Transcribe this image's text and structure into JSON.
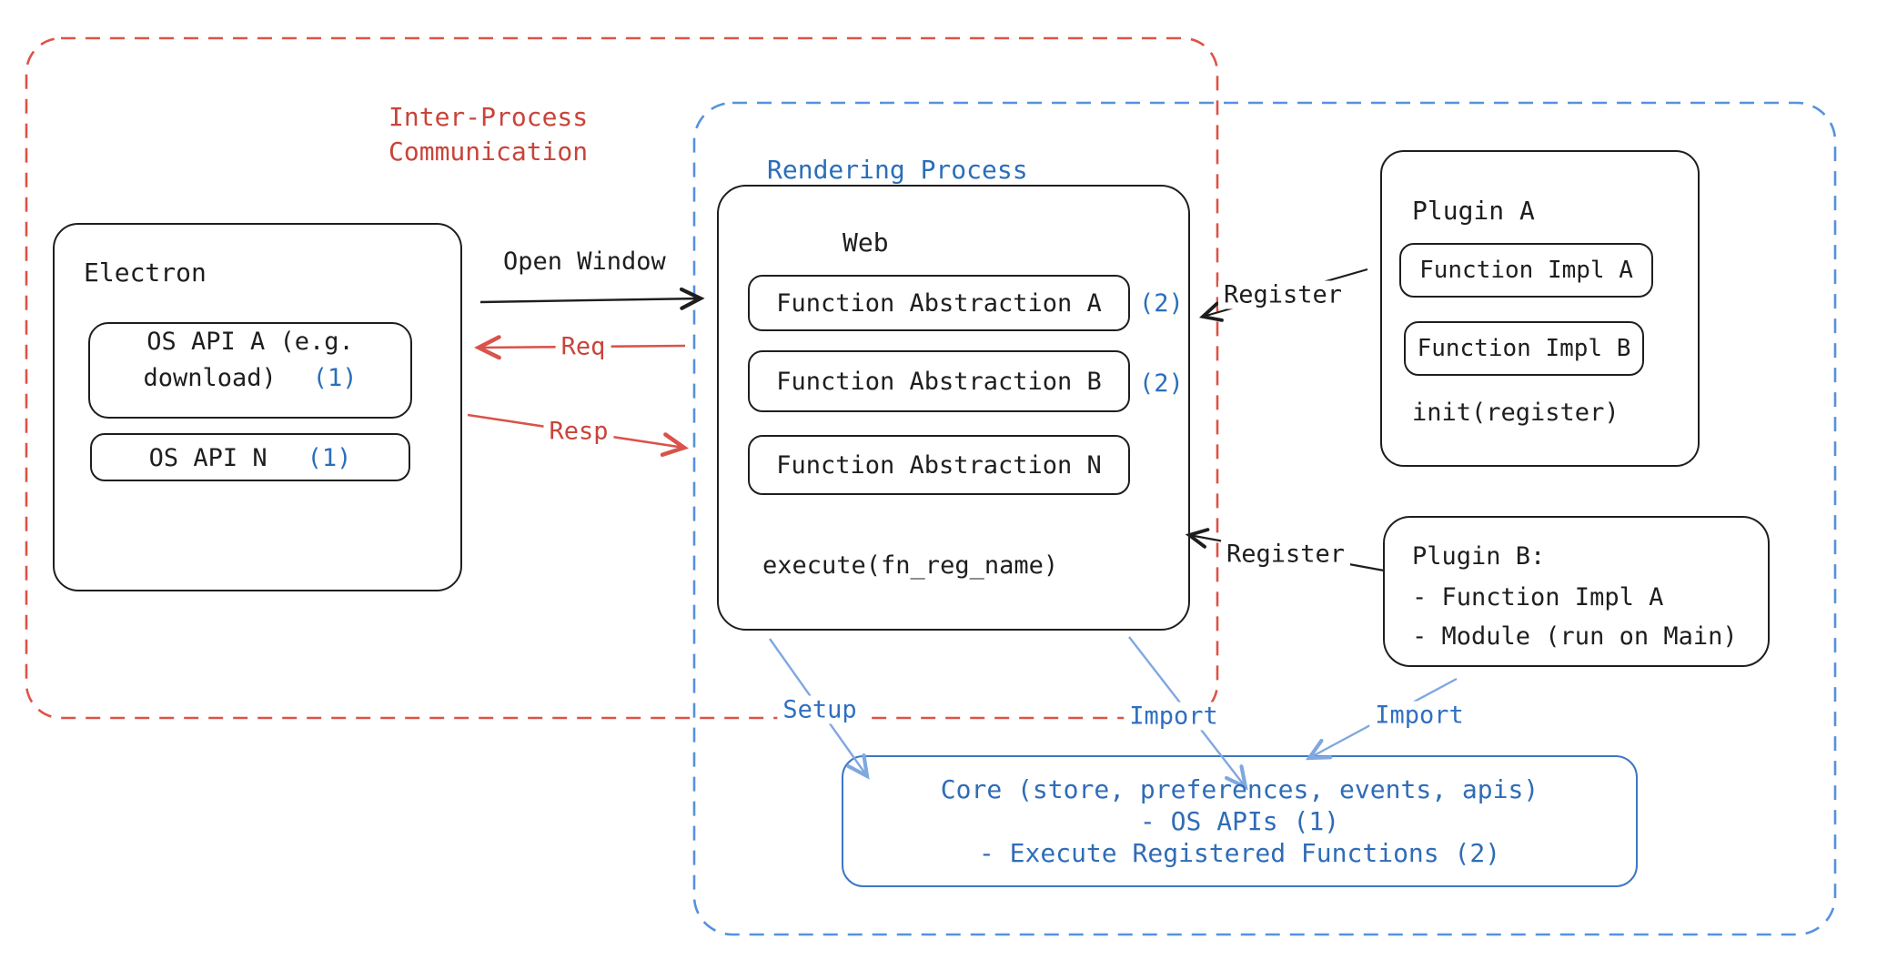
{
  "regions": {
    "ipc": {
      "label_line1": "Inter-Process",
      "label_line2": "Communication"
    },
    "rendering": {
      "label": "Rendering Process"
    }
  },
  "electron": {
    "title": "Electron",
    "os_api_a_line1": "OS API A (e.g.",
    "os_api_a_line2": "download)",
    "os_api_a_badge": "(1)",
    "os_api_n_label": "OS API N",
    "os_api_n_badge": "(1)"
  },
  "web": {
    "title": "Web",
    "fn_abstraction_a": "Function Abstraction A",
    "fn_abstraction_a_badge": "(2)",
    "fn_abstraction_b": "Function Abstraction B",
    "fn_abstraction_b_badge": "(2)",
    "fn_abstraction_n": "Function Abstraction N",
    "execute_label": "execute(fn_reg_name)"
  },
  "plugin_a": {
    "title": "Plugin A",
    "fn_impl_a": "Function Impl A",
    "fn_impl_b": "Function Impl B",
    "init_label": "init(register)"
  },
  "plugin_b": {
    "title": "Plugin B:",
    "item1": "- Function Impl A",
    "item2": "- Module (run on Main)"
  },
  "core": {
    "line1": "Core (store, preferences, events, apis)",
    "line2": "- OS APIs (1)",
    "line3": "- Execute Registered Functions (2)"
  },
  "arrows": {
    "open_window": "Open Window",
    "req": "Req",
    "resp": "Resp",
    "register_plugin_a": "Register",
    "register_plugin_b": "Register",
    "setup": "Setup",
    "import_web": "Import",
    "import_plugin_b": "Import"
  },
  "colors": {
    "stroke_black": "#1e1e1e",
    "red": "#d9534a",
    "red_text": "#c8443a",
    "blue_dashed": "#5592dc",
    "blue_arrow": "#7fa8e0",
    "blue_text": "#2a6ebb",
    "core_blue": "#3c77c4"
  }
}
